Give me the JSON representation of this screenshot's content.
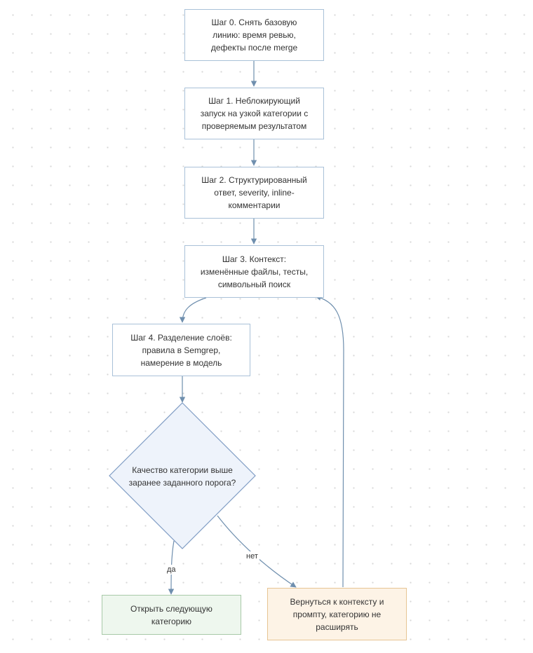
{
  "nodes": {
    "step0": "Шаг 0. Снять базовую\nлинию: время ревью,\nдефекты после merge",
    "step1": "Шаг 1. Неблокирующий\nзапуск на узкой категории с\nпроверяемым результатом",
    "step2": "Шаг 2. Структурированный\nответ, severity, inline-\nкомментарии",
    "step3": "Шаг 3. Контекст:\nизменённые файлы, тесты,\nсимвольный поиск",
    "step4": "Шаг 4. Разделение слоёв:\nправила в Semgrep,\nнамерение в модель",
    "decision": "Качество категории выше\nзаранее заданного порога?",
    "next_category": "Открыть следующую\nкатегорию",
    "return_context": "Вернуться к контексту и\nпромпту, категорию не\nрасширять"
  },
  "edge_labels": {
    "yes": "да",
    "no": "нет"
  },
  "colors": {
    "edge": "#6f8fae",
    "step_border": "#a9c1d8",
    "decision_fill": "#eef3fb",
    "decision_border": "#7f9cc4",
    "green_fill": "#eef7ee",
    "orange_fill": "#fdf3e6"
  }
}
